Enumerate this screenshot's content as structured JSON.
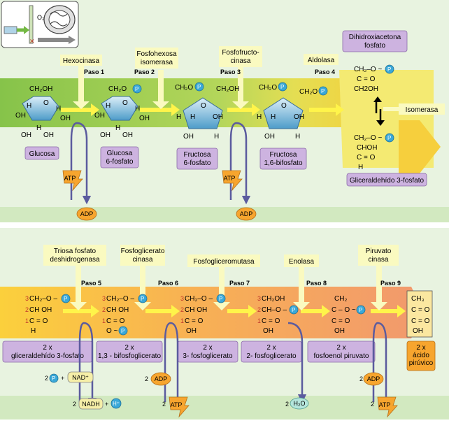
{
  "top": {
    "enzymes": [
      "Hexocinasa",
      "Fosfohexosa\nisomerasa",
      "Fosfofructo-\ncinasa",
      "Aldolasa",
      "Isomerasa"
    ],
    "steps": [
      "Paso 1",
      "Paso 2",
      "Paso 3",
      "Paso 4"
    ],
    "molecules": [
      "Glucosa",
      "Glucosa\n6-fosfato",
      "Fructosa\n6-fosfato",
      "Fructosa\n1,6-bifosfato",
      "Dihidroxiacetona\nfosfato",
      "Gliceraldehído 3-fosfato"
    ],
    "atp": "ATP",
    "adp": "ADP",
    "o2": "O₂"
  },
  "bottom": {
    "enzymes": [
      "Triosa fosfato\ndeshidrogenasa",
      "Fosfoglicerato\ncinasa",
      "Fosfogliceromutasa",
      "Enolasa",
      "Piruvato\ncinasa"
    ],
    "steps": [
      "Paso 5",
      "Paso 6",
      "Paso 7",
      "Paso 8",
      "Paso 9"
    ],
    "molecules": [
      "2 x\ngliceraldehído 3-fosfato",
      "2 x\n1,3 - bifosfoglicerato",
      "2 x\n3- fosfoglicerato",
      "2 x\n2- fosfoglicerato",
      "2 x\nfosfoenol piruvato",
      "2 x\nácido\npirúvico"
    ],
    "cofactors": {
      "two": "2",
      "p": "P",
      "plus": "+",
      "nad": "NAD⁺",
      "nadh": "NADH",
      "h": "H⁺",
      "adp": "ADP",
      "atp": "ATP",
      "h2o": "H₂O"
    }
  }
}
